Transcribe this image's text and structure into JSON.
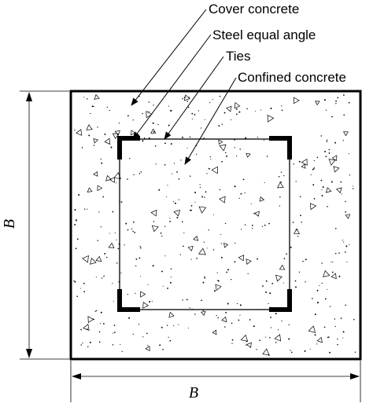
{
  "labels": {
    "cover_concrete": "Cover concrete",
    "steel_equal_angle": "Steel equal angle",
    "ties": "Ties",
    "confined_concrete": "Confined concrete"
  },
  "dimensions": {
    "width_label": "B",
    "height_label": "B"
  },
  "colors": {
    "line": "#000000",
    "background": "#ffffff"
  }
}
